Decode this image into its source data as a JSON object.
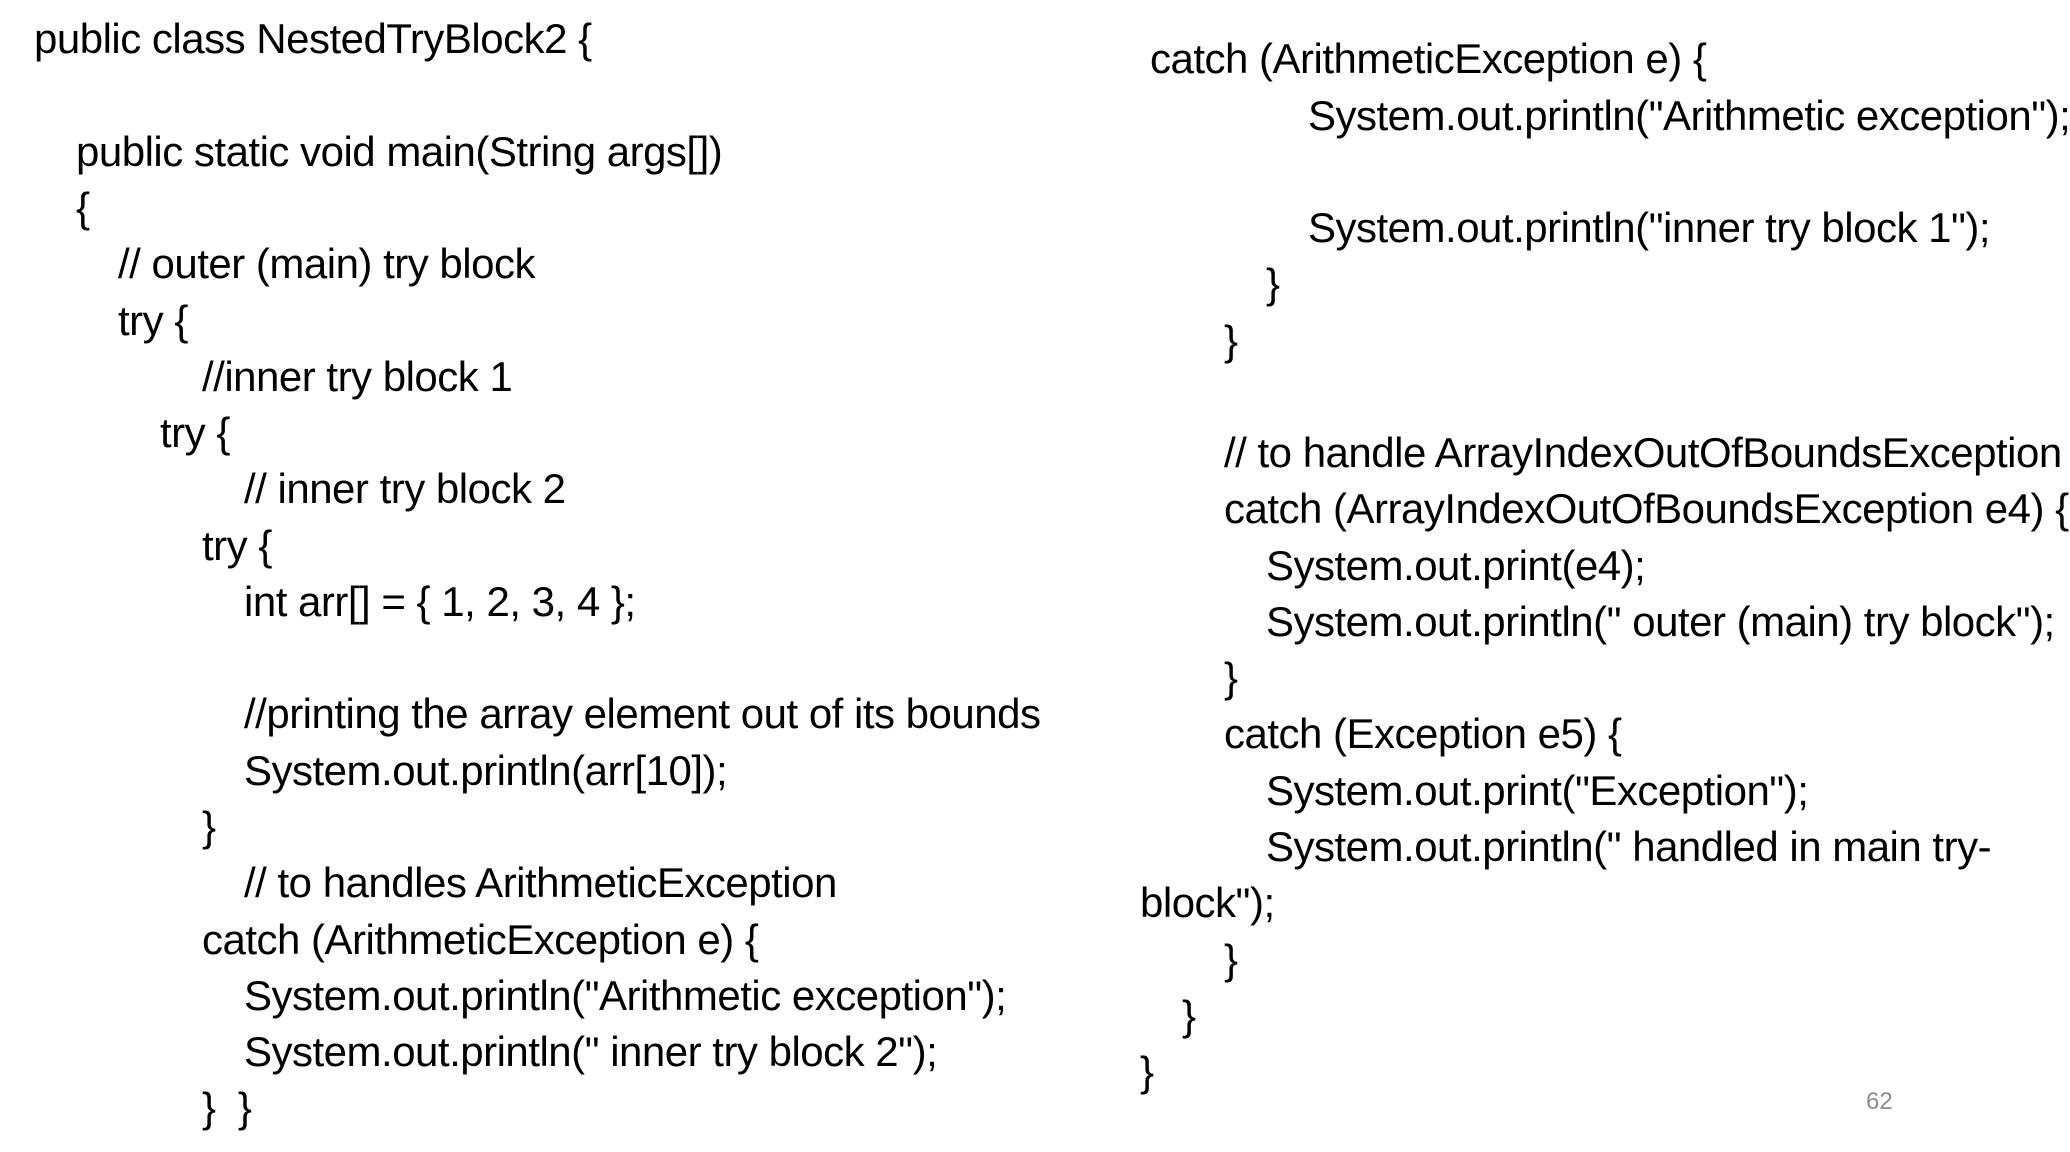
{
  "slide": {
    "left_column": [
      "public class NestedTryBlock2 {",
      "public static void main(String args[])",
      "{",
      "// outer (main) try block",
      "try {",
      "//inner try block 1",
      "try {",
      "// inner try block 2",
      "try {",
      "int arr[] = { 1, 2, 3, 4 };",
      "//printing the array element out of its bounds",
      "System.out.println(arr[10]);",
      "}",
      "// to handles ArithmeticException",
      "catch (ArithmeticException e) {",
      "System.out.println(\"Arithmetic exception\");",
      "System.out.println(\" inner try block 2\");",
      "}  }"
    ],
    "right_column": [
      "catch (ArithmeticException e) {",
      "System.out.println(\"Arithmetic exception\");",
      "System.out.println(\"inner try block 1\");",
      "}",
      "}",
      "// to handle ArrayIndexOutOfBoundsException",
      "catch (ArrayIndexOutOfBoundsException e4) {",
      "System.out.print(e4);",
      "System.out.println(\" outer (main) try block\");",
      "}",
      "catch (Exception e5) {",
      "System.out.print(\"Exception\");",
      "System.out.println(\" handled in main try-",
      "block\");",
      "}",
      "}",
      "}"
    ],
    "page_number": "62"
  }
}
